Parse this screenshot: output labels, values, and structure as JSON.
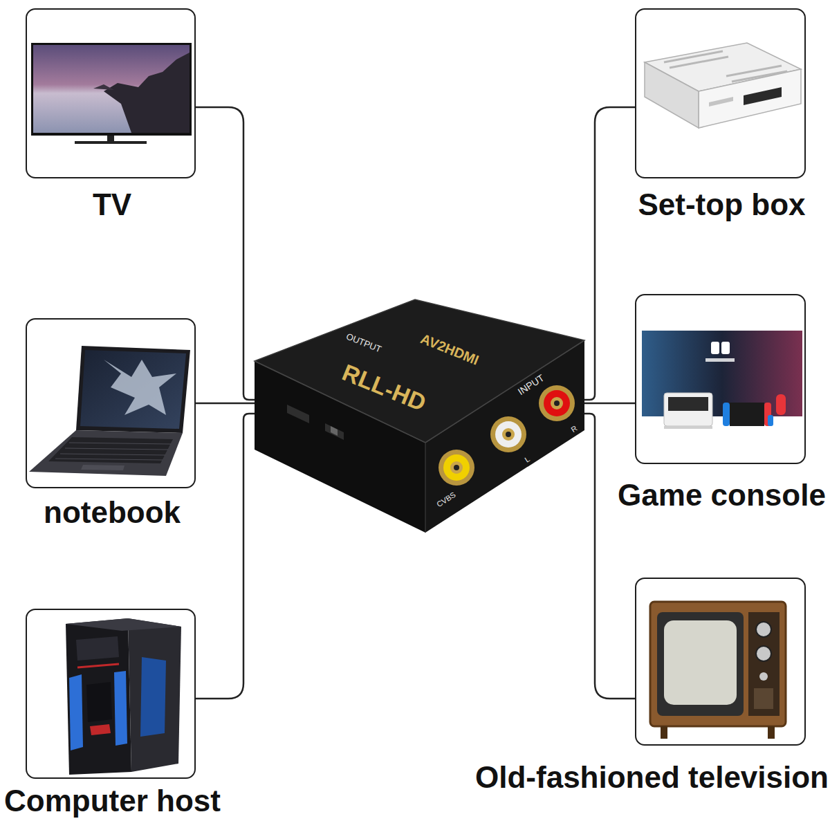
{
  "diagram": {
    "nodes": [
      {
        "text": [
          "TV"
        ]
      },
      {
        "text": [
          "notebook"
        ]
      },
      {
        "text": [
          "Computer host"
        ]
      },
      {
        "text": [
          "RLL-HD",
          "AV2HDMI",
          "OUTPUT",
          "INPUT",
          "CVBS",
          "L",
          "R"
        ]
      },
      {
        "text": [
          "Set-top box"
        ]
      },
      {
        "text": [
          "Game console"
        ]
      },
      {
        "text": [
          "Old-fashioned television"
        ]
      }
    ],
    "edges": [
      {
        "from": 0,
        "to": 3,
        "arrow": "none"
      },
      {
        "from": 1,
        "to": 3,
        "arrow": "none"
      },
      {
        "from": 2,
        "to": 3,
        "arrow": "none"
      },
      {
        "from": 3,
        "to": 4,
        "arrow": "none"
      },
      {
        "from": 3,
        "to": 5,
        "arrow": "none"
      },
      {
        "from": 3,
        "to": 6,
        "arrow": "none"
      }
    ]
  }
}
